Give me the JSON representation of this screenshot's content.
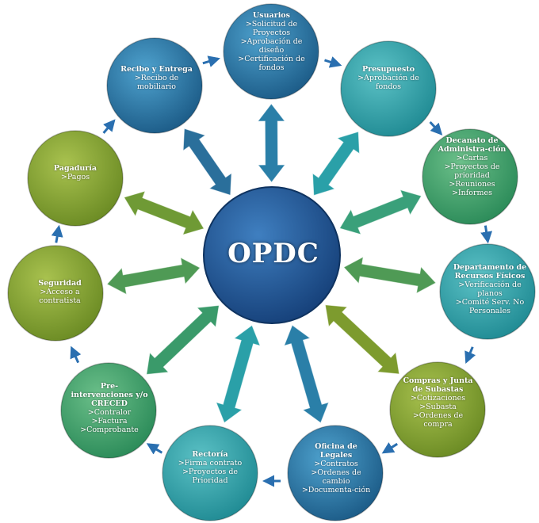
{
  "center": {
    "label": "OPDC"
  },
  "nodes": [
    {
      "id": "usuarios",
      "title": "Usuarios",
      "items": [
        ">Solicitud de Proyectos",
        ">Aprobación de diseño",
        ">Certificación de fondos"
      ]
    },
    {
      "id": "presupuesto",
      "title": "Presupuesto",
      "items": [
        ">Aprobación de fondos"
      ]
    },
    {
      "id": "decanato",
      "title": "Decanato de Administra-ción",
      "items": [
        ">Cartas",
        ">Proyectos de prioridad",
        ">Reuniones",
        ">Informes"
      ]
    },
    {
      "id": "recursos-fisicos",
      "title": "Departamento de Recursos Físicos",
      "items": [
        ">Verificación de planos",
        ">Comité Serv. No Personales"
      ]
    },
    {
      "id": "compras",
      "title": "Compras y Junta de Subastas",
      "items": [
        ">Cotizaciones",
        ">Subasta",
        ">Ordenes de compra"
      ]
    },
    {
      "id": "legales",
      "title": "Oficina de Legales",
      "items": [
        ">Contratos",
        ">Ordenes de cambio",
        ">Documenta-ción"
      ]
    },
    {
      "id": "rectoria",
      "title": "Rectoría",
      "items": [
        ">Firma contrato",
        ">Proyectos de Prioridad"
      ]
    },
    {
      "id": "pre-intervenciones",
      "title": "Pre-intervenciones y/o CRECED",
      "items": [
        ">Contralor",
        ">Factura",
        ">Comprobante"
      ]
    },
    {
      "id": "seguridad",
      "title": "Seguridad",
      "items": [
        ">Acceso a contratista"
      ]
    },
    {
      "id": "pagaduria",
      "title": "Pagaduría",
      "items": [
        ">Pagos"
      ]
    },
    {
      "id": "recibo",
      "title": "Recibo y Entrega",
      "items": [
        ">Recibo de mobiliario"
      ]
    }
  ],
  "colors": {
    "blue_dark": "#1f5f8c",
    "blue_mid": "#2a7fa8",
    "teal": "#2aa0a8",
    "green": "#3a9a6a",
    "olive": "#7d9b2e",
    "center": "#1d4f8a",
    "flow_arrow": "#2a6fb0"
  }
}
